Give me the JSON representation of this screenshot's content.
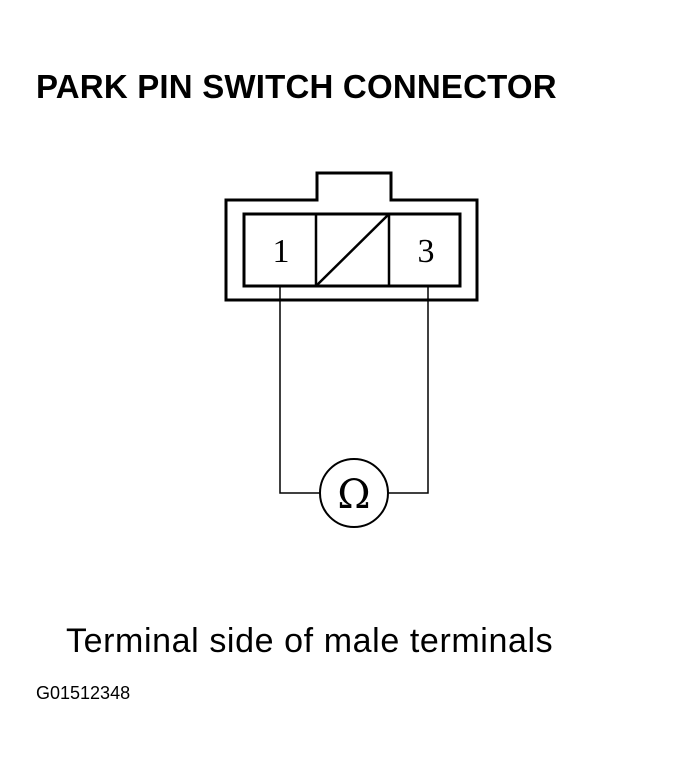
{
  "title": "PARK PIN SWITCH CONNECTOR",
  "connector": {
    "terminals": [
      {
        "label": "1"
      },
      {
        "label": "3"
      }
    ]
  },
  "meter": {
    "symbol": "Ω"
  },
  "caption": "Terminal side of male terminals",
  "figure_id": "G01512348"
}
